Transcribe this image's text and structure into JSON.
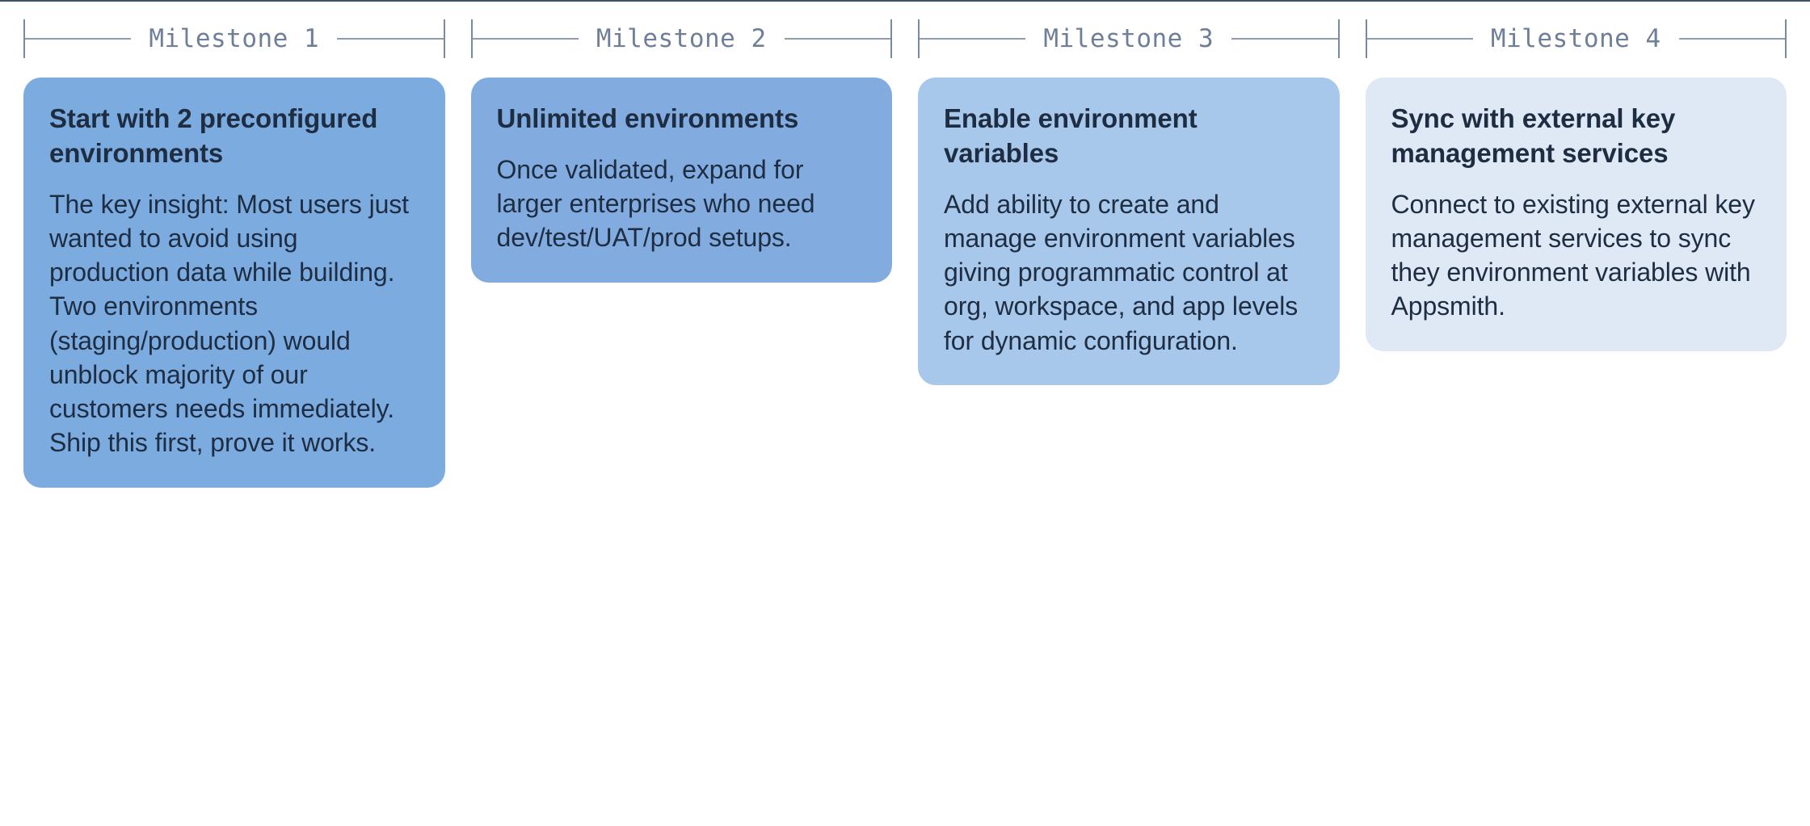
{
  "theme": {
    "page_background": "#ffffff",
    "top_rule_color": "#3f5162",
    "bracket_color": "#7a8aa3",
    "bracket_rule_color": "#8e9cb2",
    "label_color": "#6f7f99",
    "card_text_color": "#1e2d42"
  },
  "milestones": [
    {
      "label": "Milestone 1",
      "card_color": "#7cabe0",
      "title": "Start with 2 preconfigured environments",
      "body": "The key insight: Most users just wanted to avoid using production data while building. Two environments (staging/production) would unblock majority of our customers needs immediately. Ship this first, prove it works."
    },
    {
      "label": "Milestone 2",
      "card_color": "#82acdf",
      "title": "Unlimited environments",
      "body": "Once validated, expand for larger enterprises who need dev/test/UAT/prod setups."
    },
    {
      "label": "Milestone 3",
      "card_color": "#a7c8eb",
      "title": "Enable environment variables",
      "body": "Add ability to create and manage environment variables giving programmatic control at org, workspace, and app levels for dynamic configuration."
    },
    {
      "label": "Milestone 4",
      "card_color": "#dee9f5",
      "title": "Sync with external key management services",
      "body": "Connect to existing external key management services to sync they environment variables with Appsmith."
    }
  ]
}
